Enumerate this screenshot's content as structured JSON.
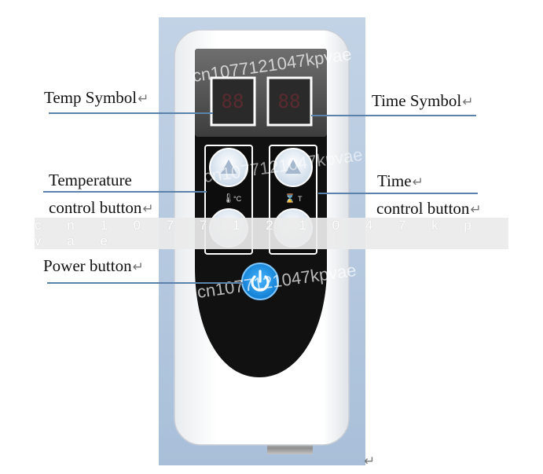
{
  "labels": {
    "temp_symbol": "Temp Symbol",
    "time_symbol": "Time Symbol",
    "temperature_line1": "Temperature",
    "temperature_line2": "control button",
    "time_line1": "Time",
    "time_line2": "control button",
    "power_button": "Power button",
    "return_mark": "↵"
  },
  "display": {
    "left_digits": "88",
    "right_digits": "88"
  },
  "buttons": {
    "temp_unit": "°C",
    "time_unit": "T"
  },
  "watermark": {
    "band_text": "c n 1 0 7 7 1 2 1 0 4 7 k p v a e",
    "diag_text": "cn1077121047kpvae"
  },
  "colors": {
    "panel_blue": "#b9cbe0",
    "leader_line": "#5b82aa",
    "power_blue": "#1a8fe0",
    "device_black": "#111111"
  }
}
